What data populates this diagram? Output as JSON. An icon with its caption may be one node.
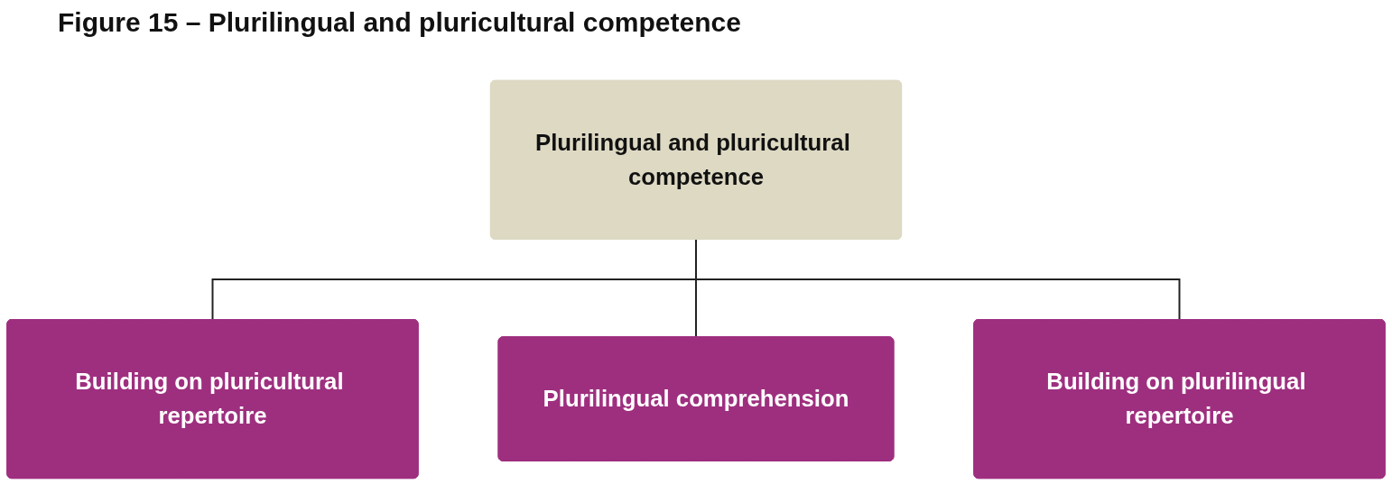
{
  "diagram": {
    "title": "Figure 15 – Plurilingual and pluricultural competence",
    "nodes": [
      {
        "text": [
          "Plurilingual and pluricultural competence"
        ]
      },
      {
        "text": [
          "Building on pluricultural repertoire"
        ]
      },
      {
        "text": [
          "Plurilingual comprehension"
        ]
      },
      {
        "text": [
          "Building on plurilingual repertoire"
        ]
      }
    ],
    "edges": [
      {
        "from": 0,
        "to": 1,
        "arrow": "none"
      },
      {
        "from": 0,
        "to": 2,
        "arrow": "none"
      },
      {
        "from": 0,
        "to": 3,
        "arrow": "none"
      }
    ]
  }
}
